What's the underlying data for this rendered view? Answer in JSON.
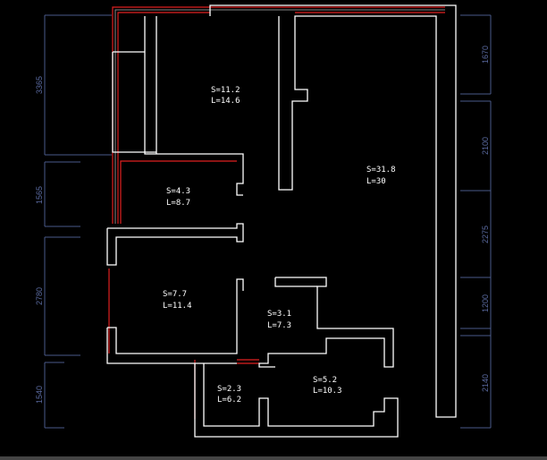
{
  "rooms": [
    {
      "area": "S=11.2",
      "length": "L=14.6"
    },
    {
      "area": "S=31.8",
      "length": "L=30"
    },
    {
      "area": "S=4.3",
      "length": "L=8.7"
    },
    {
      "area": "S=7.7",
      "length": "L=11.4"
    },
    {
      "area": "S=3.1",
      "length": "L=7.3"
    },
    {
      "area": "S=5.2",
      "length": "L=10.3"
    },
    {
      "area": "S=2.3",
      "length": "L=6.2"
    }
  ],
  "dimensions_left": [
    "3365",
    "1565",
    "2780",
    "1540"
  ],
  "dimensions_right": [
    "1670",
    "2100",
    "2275",
    "1200",
    "2140"
  ]
}
